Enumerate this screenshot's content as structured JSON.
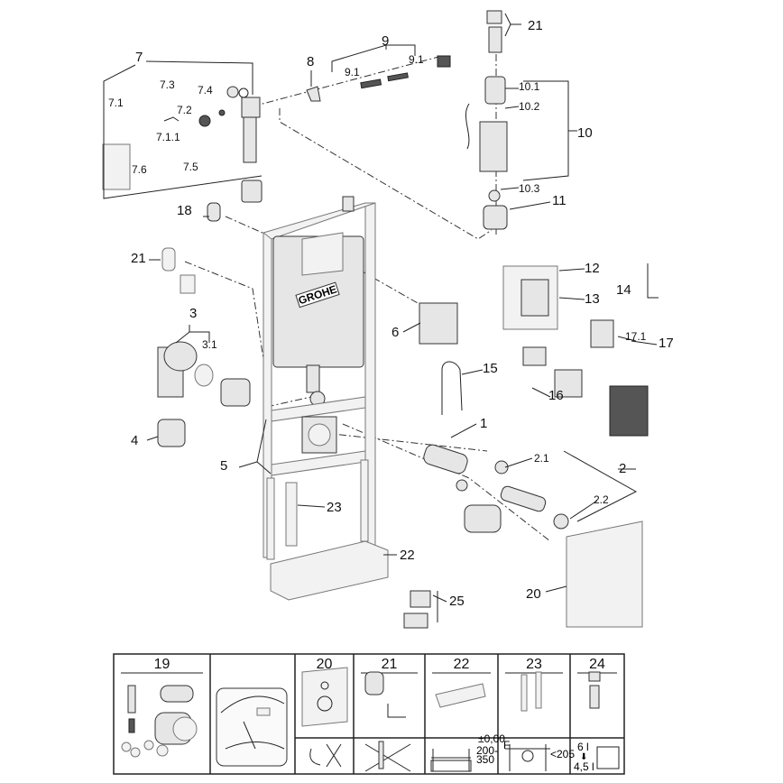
{
  "brand_logo": "GROHE",
  "callouts": [
    "21",
    "9",
    "7",
    "8",
    "9.1",
    "9.1",
    "7.3",
    "7.4",
    "10.1",
    "10.2",
    "7.1",
    "7.2",
    "10",
    "7.1.1",
    "7.6",
    "7.5",
    "10.3",
    "11",
    "18",
    "21",
    "12",
    "13",
    "14",
    "3",
    "3.1",
    "6",
    "17.1",
    "17",
    "15",
    "16",
    "1",
    "4",
    "2.1",
    "2",
    "5",
    "2.2",
    "23",
    "22",
    "20",
    "25"
  ],
  "table": {
    "headers": [
      "19",
      "",
      "20",
      "21",
      "22",
      "23",
      "24"
    ],
    "dims_22": [
      "±0,00",
      "200-",
      "350"
    ],
    "dims_23": [
      "F",
      "<205"
    ],
    "flush_24": [
      "6 l",
      "4,5 l"
    ]
  }
}
